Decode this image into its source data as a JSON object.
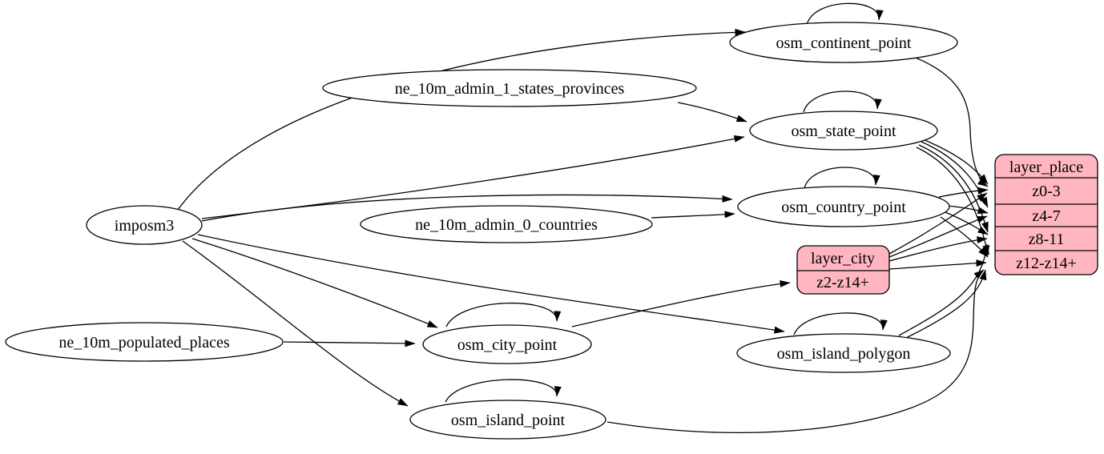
{
  "diagram": {
    "type": "etl-graph",
    "colors": {
      "background": "#ffffff",
      "node_fill": "#ffffff",
      "layer_fill": "#ffb6c1",
      "stroke": "#000000",
      "text": "#000000"
    },
    "nodes": {
      "imposm3": {
        "label": "imposm3",
        "shape": "ellipse"
      },
      "ne_10m_admin_1_states_provinces": {
        "label": "ne_10m_admin_1_states_provinces",
        "shape": "ellipse"
      },
      "ne_10m_admin_0_countries": {
        "label": "ne_10m_admin_0_countries",
        "shape": "ellipse"
      },
      "ne_10m_populated_places": {
        "label": "ne_10m_populated_places",
        "shape": "ellipse"
      },
      "osm_continent_point": {
        "label": "osm_continent_point",
        "shape": "ellipse"
      },
      "osm_state_point": {
        "label": "osm_state_point",
        "shape": "ellipse"
      },
      "osm_country_point": {
        "label": "osm_country_point",
        "shape": "ellipse"
      },
      "osm_city_point": {
        "label": "osm_city_point",
        "shape": "ellipse"
      },
      "osm_island_polygon": {
        "label": "osm_island_polygon",
        "shape": "ellipse"
      },
      "osm_island_point": {
        "label": "osm_island_point",
        "shape": "ellipse"
      },
      "layer_city": {
        "label": "layer_city",
        "shape": "record",
        "rows": [
          "z2-z14+"
        ]
      },
      "layer_place": {
        "label": "layer_place",
        "shape": "record",
        "rows": [
          "z0-3",
          "z4-7",
          "z8-11",
          "z12-z14+"
        ]
      }
    },
    "edges": [
      {
        "from": "imposm3",
        "to": "osm_continent_point"
      },
      {
        "from": "imposm3",
        "to": "osm_state_point"
      },
      {
        "from": "imposm3",
        "to": "osm_country_point"
      },
      {
        "from": "imposm3",
        "to": "osm_city_point"
      },
      {
        "from": "imposm3",
        "to": "osm_island_polygon"
      },
      {
        "from": "imposm3",
        "to": "osm_island_point"
      },
      {
        "from": "ne_10m_admin_1_states_provinces",
        "to": "osm_state_point"
      },
      {
        "from": "ne_10m_admin_0_countries",
        "to": "osm_country_point"
      },
      {
        "from": "ne_10m_populated_places",
        "to": "osm_city_point"
      },
      {
        "from": "osm_continent_point",
        "to": "osm_continent_point",
        "self_loop": true
      },
      {
        "from": "osm_state_point",
        "to": "osm_state_point",
        "self_loop": true
      },
      {
        "from": "osm_country_point",
        "to": "osm_country_point",
        "self_loop": true
      },
      {
        "from": "osm_city_point",
        "to": "osm_city_point",
        "self_loop": true
      },
      {
        "from": "osm_island_polygon",
        "to": "osm_island_polygon",
        "self_loop": true
      },
      {
        "from": "osm_island_point",
        "to": "osm_island_point",
        "self_loop": true
      },
      {
        "from": "osm_city_point",
        "to": "layer_city",
        "port": "z2-z14+"
      },
      {
        "from": "osm_continent_point",
        "to": "layer_place",
        "port": "z0-3"
      },
      {
        "from": "osm_state_point",
        "to": "layer_place",
        "port": "z0-3"
      },
      {
        "from": "osm_state_point",
        "to": "layer_place",
        "port": "z4-7"
      },
      {
        "from": "osm_state_point",
        "to": "layer_place",
        "port": "z8-11"
      },
      {
        "from": "osm_state_point",
        "to": "layer_place",
        "port": "z12-z14+"
      },
      {
        "from": "osm_country_point",
        "to": "layer_place",
        "port": "z0-3"
      },
      {
        "from": "osm_country_point",
        "to": "layer_place",
        "port": "z4-7"
      },
      {
        "from": "osm_country_point",
        "to": "layer_place",
        "port": "z8-11"
      },
      {
        "from": "osm_country_point",
        "to": "layer_place",
        "port": "z12-z14+"
      },
      {
        "from": "layer_city",
        "to": "layer_place",
        "port": "z0-3"
      },
      {
        "from": "layer_city",
        "to": "layer_place",
        "port": "z4-7"
      },
      {
        "from": "layer_city",
        "to": "layer_place",
        "port": "z8-11"
      },
      {
        "from": "layer_city",
        "to": "layer_place",
        "port": "z12-z14+"
      },
      {
        "from": "osm_island_polygon",
        "to": "layer_place",
        "port": "z8-11"
      },
      {
        "from": "osm_island_polygon",
        "to": "layer_place",
        "port": "z12-z14+"
      },
      {
        "from": "osm_island_point",
        "to": "layer_place",
        "port": "z12-z14+"
      }
    ]
  }
}
